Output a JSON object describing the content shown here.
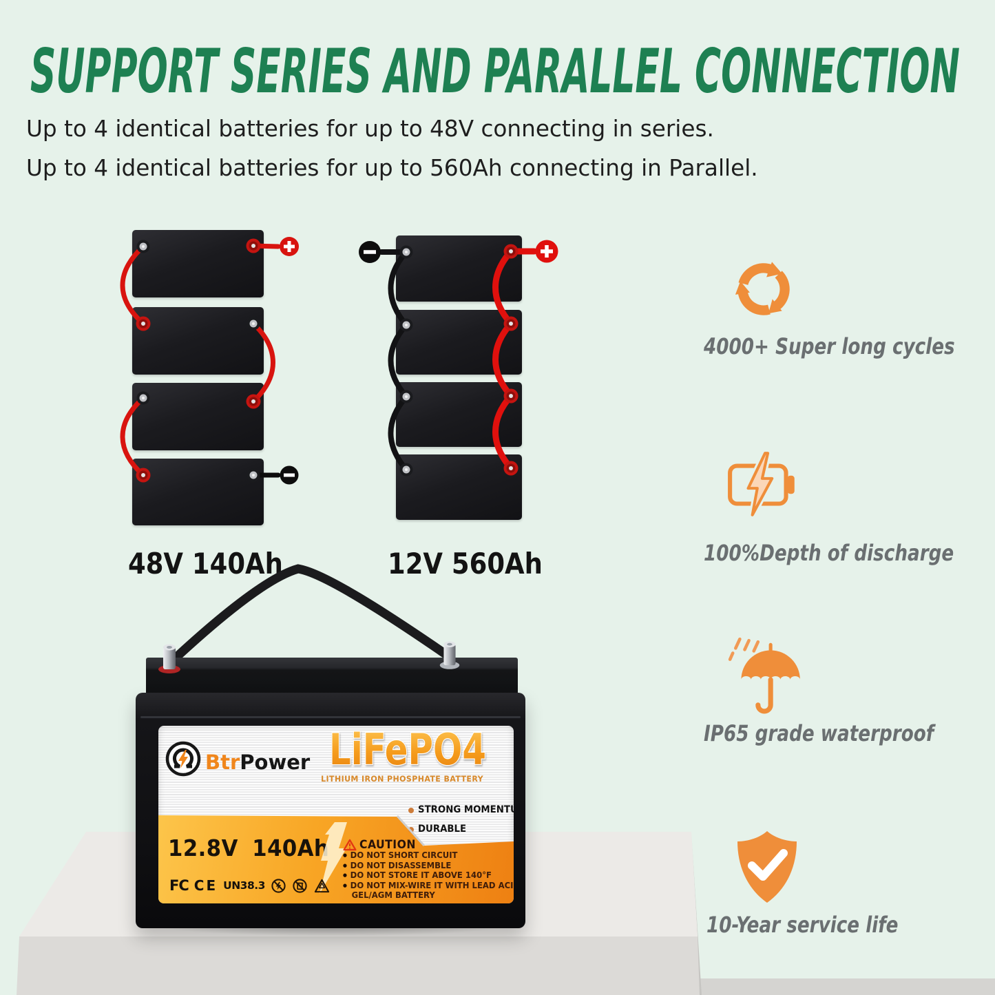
{
  "header": {
    "title": "SUPPORT SERIES AND PARALLEL CONNECTION",
    "subtitle_line1": "Up to 4 identical batteries for up to 48V connecting in series.",
    "subtitle_line2": "Up to 4 identical batteries for up to 560Ah connecting in Parallel."
  },
  "diagrams": {
    "series": {
      "label": "48V 140Ah",
      "batteries": 4,
      "connection": "series"
    },
    "parallel": {
      "label": "12V 560Ah",
      "batteries": 4,
      "connection": "parallel"
    },
    "positive_symbol": "+",
    "negative_symbol": "-"
  },
  "features": [
    {
      "icon": "recycle-arrows-icon",
      "label": "4000+ Super long cycles"
    },
    {
      "icon": "battery-bolt-icon",
      "label": "100%Depth of discharge"
    },
    {
      "icon": "umbrella-rain-icon",
      "label": "IP65 grade waterproof"
    },
    {
      "icon": "shield-check-icon",
      "label": "10-Year service life"
    }
  ],
  "battery": {
    "brand_prefix": "Btr",
    "brand_suffix": "Power",
    "product_name": "LiFePO4",
    "product_subtitle": "LITHIUM IRON PHOSPHATE BATTERY",
    "spec": "12.8V 140Ah",
    "highlights": [
      "STRONG MOMENTUM",
      "DURABLE"
    ],
    "caution_title": "CAUTION",
    "caution_items": [
      "DO NOT SHORT CIRCUIT",
      "DO NOT DISASSEMBLE",
      "DO NOT STORE IT ABOVE 140°F",
      "DO NOT MIX-WIRE IT WITH LEAD ACID/",
      "GEL/AGM BATTERY"
    ],
    "certifications": {
      "fcc": "FC",
      "ce": "CE",
      "un": "UN38.3"
    }
  },
  "colors": {
    "background": "#e6f2ea",
    "title_green": "#1e8052",
    "feature_text_gray": "#6a6f71",
    "accent_orange": "#ef8e3a",
    "positive_red": "#d8140f",
    "negative_black": "#0d0d0d",
    "label_orange_gradient": [
      "#fdc84e",
      "#f8a625",
      "#ee8012"
    ]
  }
}
